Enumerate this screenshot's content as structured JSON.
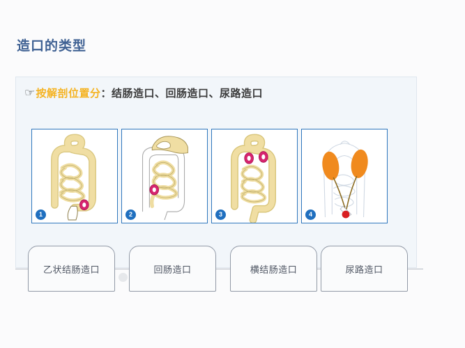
{
  "slide": {
    "title": "造口的类型",
    "background_color": "#fbfbfc",
    "title_color": "#3f6193"
  },
  "card": {
    "background_color": "#f2f6fa",
    "border_color": "#dfe6ee",
    "subtitle": {
      "icon": "pointing-hand-icon",
      "icon_glyph": "☞",
      "accent_text": "按解剖位置分",
      "accent_color": "#f5b321",
      "rest_text": "：结肠造口、回肠造口、尿路造口",
      "rest_color": "#3a3a3a"
    }
  },
  "panels": [
    {
      "badge": "1",
      "alt": "sigmoid-colostomy-diagram",
      "organ_color": "#f2dfa0",
      "marker_color": "#d6246e",
      "highlight": "colon"
    },
    {
      "badge": "2",
      "alt": "ileostomy-diagram",
      "organ_color": "#f2dfa0",
      "marker_color": "#d6246e",
      "highlight": "small-intestine"
    },
    {
      "badge": "3",
      "alt": "transverse-colostomy-diagram",
      "organ_color": "#f2dfa0",
      "marker_color": "#d6246e",
      "highlight": "transverse-colon"
    },
    {
      "badge": "4",
      "alt": "urostomy-diagram",
      "organ_color": "#f08a1e",
      "marker_color": "#d81f22",
      "highlight": "kidneys"
    }
  ],
  "labels": [
    {
      "text": "乙状结肠造口"
    },
    {
      "text": "回肠造口"
    },
    {
      "text": "横结肠造口"
    },
    {
      "text": "尿路造口"
    }
  ]
}
